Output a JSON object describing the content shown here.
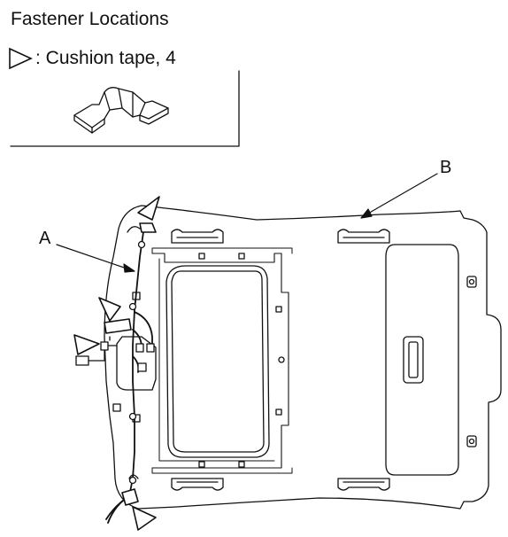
{
  "title": "Fastener Locations",
  "legend": {
    "symbol": "triangle-marker-icon",
    "text": ": Cushion tape, 4"
  },
  "callouts": {
    "a": "A",
    "b": "B"
  },
  "colors": {
    "line": "#111111",
    "background": "#ffffff"
  }
}
